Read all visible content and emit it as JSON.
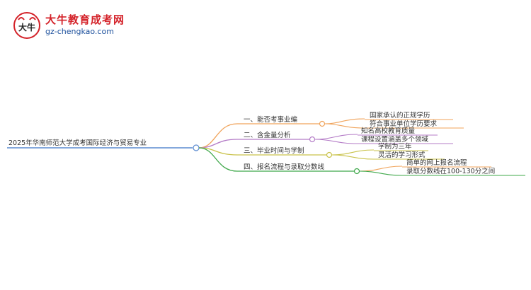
{
  "logo": {
    "title": "大牛教育成考网",
    "url": "gz-chengkao.com",
    "mark_text": "大牛"
  },
  "mindmap": {
    "root": "2025年华南师范大学成考国际经济与贸易专业",
    "branches": [
      {
        "label": "一、能否考事业编",
        "color": "#f0a35a",
        "children": [
          "国家承认的正规学历",
          "符合事业单位学历要求"
        ]
      },
      {
        "label": "二、含金量分析",
        "color": "#b47cc7",
        "children": [
          "知名高校教育质量",
          "课程设置涵盖多个领域"
        ]
      },
      {
        "label": "三、毕业时间与学制",
        "color": "#c9c24a",
        "children": [
          "学制为三年",
          "灵活的学习形式"
        ]
      },
      {
        "label": "四、报名流程与录取分数线",
        "color": "#3fa84a",
        "children": [
          "简单的网上报名流程",
          "录取分数线在100-130分之间"
        ]
      }
    ]
  }
}
